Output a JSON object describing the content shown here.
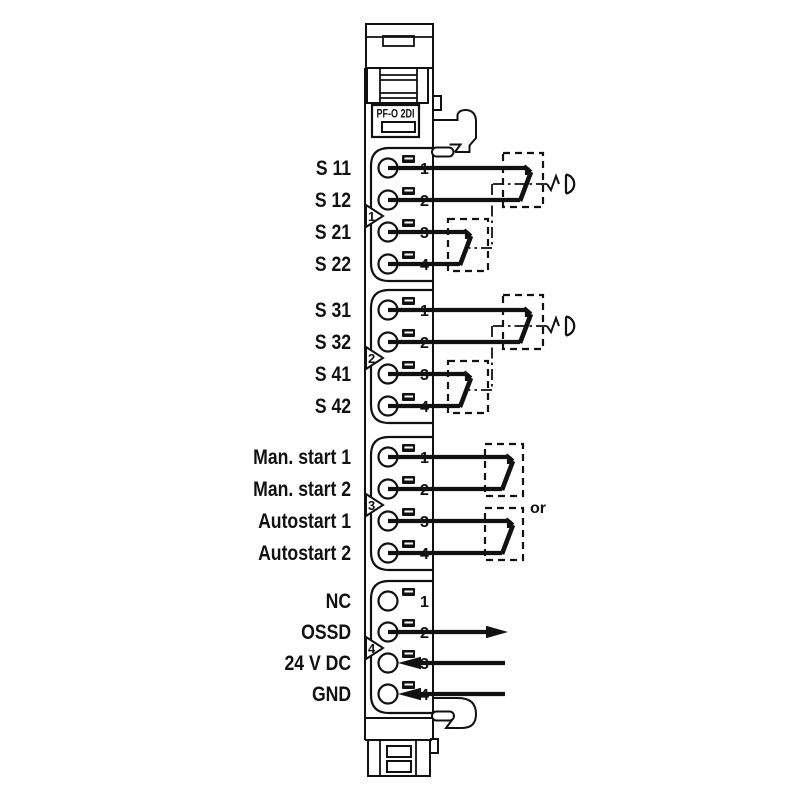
{
  "module": {
    "label": "PF-O 2DI"
  },
  "groups": [
    {
      "marker": "1",
      "pins": [
        "1",
        "2",
        "3",
        "4"
      ],
      "labels": [
        "S 11",
        "S 12",
        "S 21",
        "S 22"
      ]
    },
    {
      "marker": "2",
      "pins": [
        "1",
        "2",
        "3",
        "4"
      ],
      "labels": [
        "S 31",
        "S 32",
        "S 41",
        "S 42"
      ]
    },
    {
      "marker": "3",
      "pins": [
        "1",
        "2",
        "3",
        "4"
      ],
      "labels": [
        "Man. start 1",
        "Man. start 2",
        "Autostart 1",
        "Autostart 2"
      ],
      "or_label": "or"
    },
    {
      "marker": "4",
      "pins": [
        "1",
        "2",
        "3",
        "4"
      ],
      "labels": [
        "NC",
        "OSSD",
        "24 V DC",
        "GND"
      ]
    }
  ],
  "colors": {
    "line": "#111111",
    "background": "#ffffff"
  }
}
